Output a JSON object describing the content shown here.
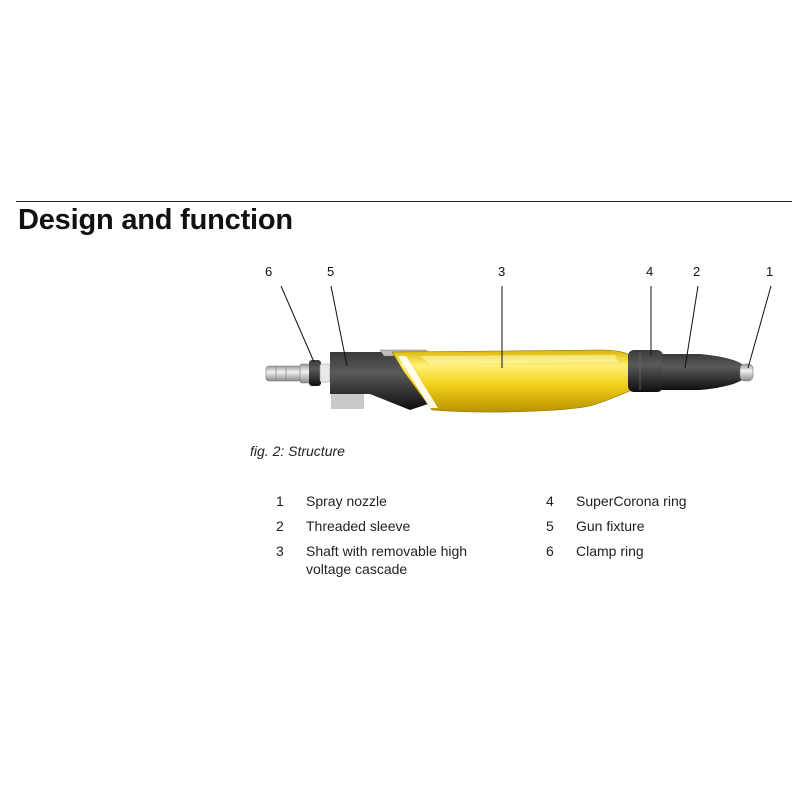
{
  "section": {
    "title": "Design and function"
  },
  "figure": {
    "caption": "fig. 2: Structure",
    "callouts": [
      "6",
      "5",
      "3",
      "4",
      "2",
      "1"
    ],
    "colors": {
      "shaft": "#f2d21a",
      "shaft_highlight": "#fff27a",
      "shaft_shadow": "#c9a400",
      "dark": "#1c1c1c",
      "metal": "#c8c8c8"
    }
  },
  "legend": {
    "left": [
      {
        "num": "1",
        "label": "Spray nozzle"
      },
      {
        "num": "2",
        "label": "Threaded sleeve"
      },
      {
        "num": "3",
        "label": "Shaft with removable high voltage cascade"
      }
    ],
    "right": [
      {
        "num": "4",
        "label": "SuperCorona ring"
      },
      {
        "num": "5",
        "label": "Gun fixture"
      },
      {
        "num": "6",
        "label": "Clamp ring"
      }
    ]
  }
}
